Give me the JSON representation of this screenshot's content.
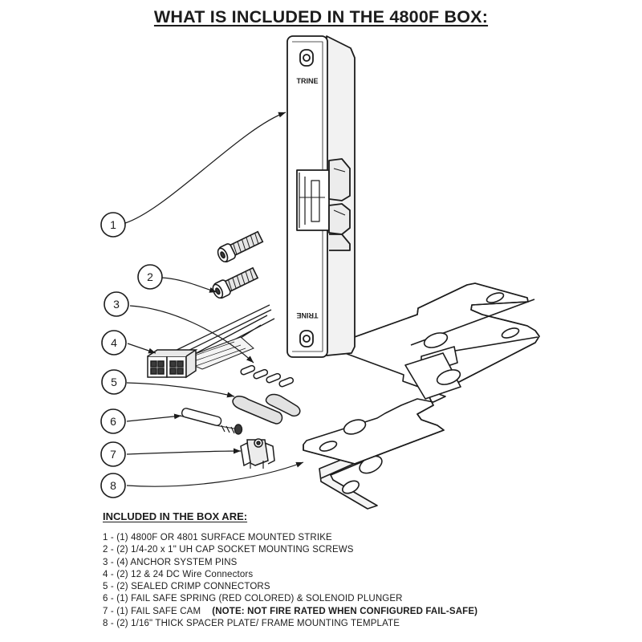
{
  "title": "WHAT IS INCLUDED IN THE 4800F BOX:",
  "diagram": {
    "strike_labels": {
      "top": "TRINE",
      "bottom": "TRINE"
    },
    "callouts": [
      {
        "id": "callout-1",
        "number": "1"
      },
      {
        "id": "callout-2",
        "number": "2"
      },
      {
        "id": "callout-3",
        "number": "3"
      },
      {
        "id": "callout-4",
        "number": "4"
      },
      {
        "id": "callout-5",
        "number": "5"
      },
      {
        "id": "callout-6",
        "number": "6"
      },
      {
        "id": "callout-7",
        "number": "7"
      },
      {
        "id": "callout-8",
        "number": "8"
      }
    ]
  },
  "contents": {
    "heading": "INCLUDED IN THE BOX ARE:",
    "items": [
      {
        "text": "1 - (1) 4800F OR 4801 SURFACE MOUNTED STRIKE",
        "note": ""
      },
      {
        "text": "2 - (2) 1/4-20 x 1\" UH CAP SOCKET MOUNTING SCREWS",
        "note": ""
      },
      {
        "text": "3 - (4) ANCHOR SYSTEM PINS",
        "note": ""
      },
      {
        "text": "4 - (2) 12 & 24 DC Wire Connectors",
        "note": ""
      },
      {
        "text": "5 - (2) SEALED CRIMP CONNECTORS",
        "note": ""
      },
      {
        "text": "6 - (1) FAIL SAFE SPRING (RED COLORED) & SOLENOID PLUNGER",
        "note": ""
      },
      {
        "text": "7 - (1) FAIL SAFE CAM",
        "note": "(NOTE: NOT FIRE RATED WHEN CONFIGURED FAIL-SAFE)"
      },
      {
        "text": "8 - (2) 1/16\" THICK SPACER PLATE/ FRAME MOUNTING TEMPLATE",
        "note": ""
      }
    ]
  },
  "colors": {
    "ink": "#1c1c1c",
    "part_fill": "#ffffff",
    "shade": "#cfcfcf",
    "dark": "#3a3a3a"
  }
}
